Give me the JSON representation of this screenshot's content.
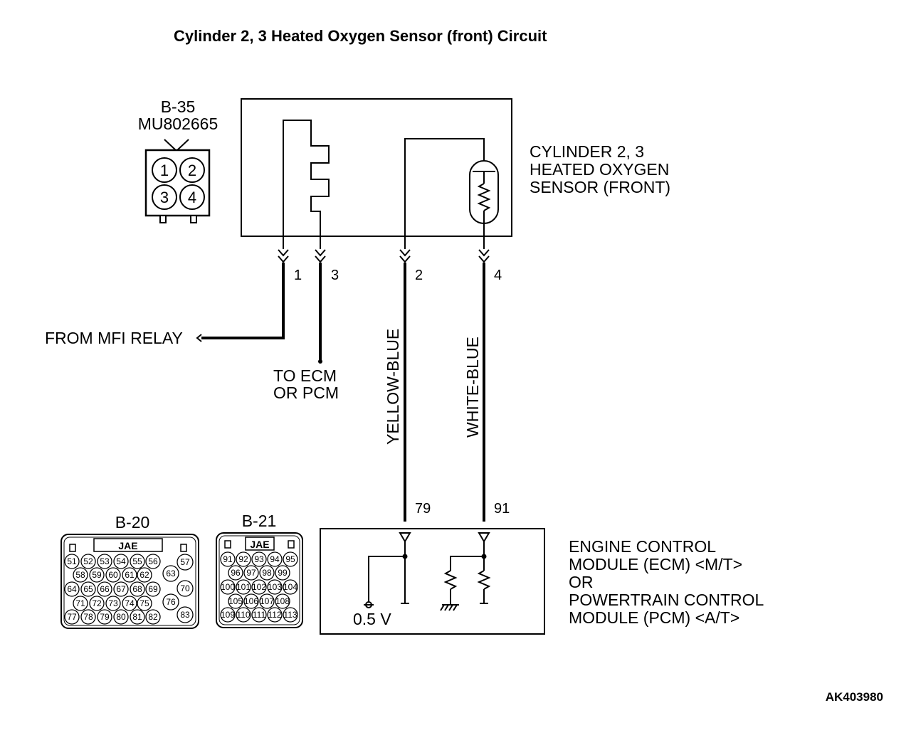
{
  "title": "Cylinder 2, 3 Heated Oxygen Sensor (front) Circuit",
  "connector_b35": {
    "id": "B-35",
    "part": "MU802665",
    "pins": [
      "1",
      "2",
      "3",
      "4"
    ]
  },
  "sensor_label": [
    "CYLINDER 2, 3",
    "HEATED OXYGEN",
    "SENSOR (FRONT)"
  ],
  "sensor_terminals": [
    "1",
    "3",
    "2",
    "4"
  ],
  "relay_label": "FROM MFI RELAY",
  "ecm_pcm_label": [
    "TO ECM",
    "OR PCM"
  ],
  "wire_colors": [
    "YELLOW-BLUE",
    "WHITE-BLUE"
  ],
  "ecm_terminals": [
    "79",
    "91"
  ],
  "voltage": "0.5 V",
  "ecm_label": [
    "ENGINE CONTROL",
    "MODULE (ECM) <M/T>",
    "OR",
    "POWERTRAIN CONTROL",
    "MODULE (PCM) <A/T>"
  ],
  "connector_b20": {
    "id": "B-20",
    "maker": "JAE",
    "rows": [
      [
        "51",
        "52",
        "53",
        "54",
        "55",
        "56",
        "57"
      ],
      [
        "58",
        "59",
        "60",
        "61",
        "62",
        "63"
      ],
      [
        "64",
        "65",
        "66",
        "67",
        "68",
        "69",
        "70"
      ],
      [
        "71",
        "72",
        "73",
        "74",
        "75",
        "76"
      ],
      [
        "77",
        "78",
        "79",
        "80",
        "81",
        "82",
        "83"
      ]
    ]
  },
  "connector_b21": {
    "id": "B-21",
    "maker": "JAE",
    "rows": [
      [
        "91",
        "92",
        "93",
        "94",
        "95"
      ],
      [
        "96",
        "97",
        "98",
        "99"
      ],
      [
        "100",
        "101",
        "102",
        "103",
        "104"
      ],
      [
        "105",
        "106",
        "107",
        "108"
      ],
      [
        "109",
        "110",
        "111",
        "112",
        "113"
      ]
    ]
  },
  "figure_code": "AK403980"
}
